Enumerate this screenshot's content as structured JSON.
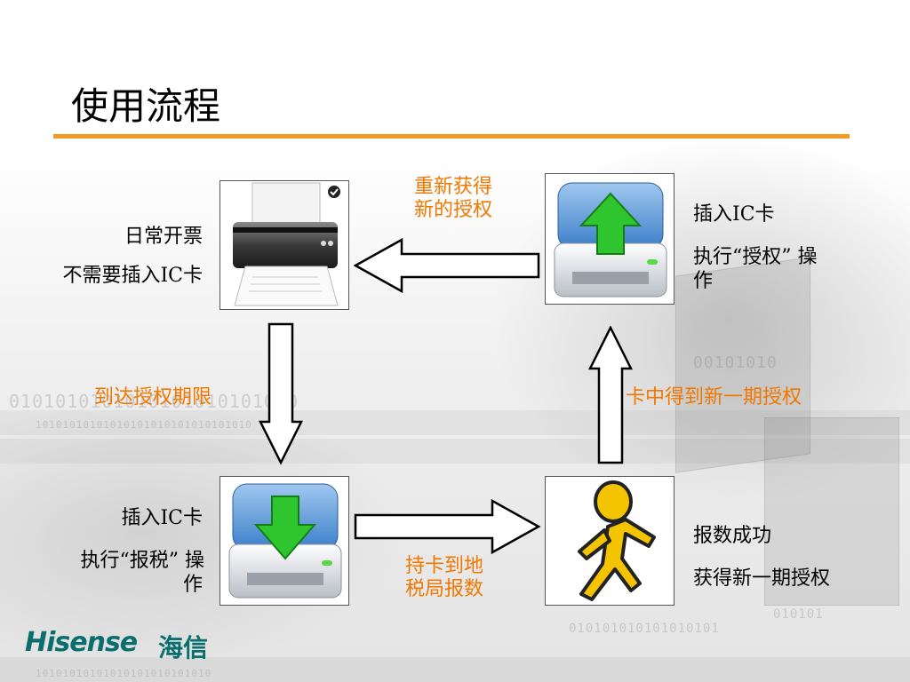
{
  "slide": {
    "title": "使用流程",
    "accent_color": "#f39a24",
    "highlight_color": "#f07800"
  },
  "icons": {
    "printer": "printer-icon",
    "card_insert": "card-insert-icon",
    "card_download": "card-download-icon",
    "runner": "running-man-icon"
  },
  "steps": {
    "invoice": {
      "line1": "日常开票",
      "line2": "不需要插入IC卡"
    },
    "authorize": {
      "line1": "插入IC卡",
      "line2a": "执行“授权” 操",
      "line2b": "作"
    },
    "tax_report": {
      "line1": "插入IC卡",
      "line2a": "执行“报税” 操",
      "line2b": "作"
    },
    "report_ok": {
      "line1": "报数成功",
      "line2": "获得新一期授权"
    }
  },
  "transitions": {
    "reauthorize": {
      "line1": "重新获得",
      "line2": "新的授权"
    },
    "deadline": "到达授权期限",
    "go_bureau": {
      "line1": "持卡到地",
      "line2": "税局报数"
    },
    "card_gets_auth": "卡中得到新一期授权"
  },
  "logo": {
    "brand": "Hisense",
    "brand_cn": "海信"
  }
}
